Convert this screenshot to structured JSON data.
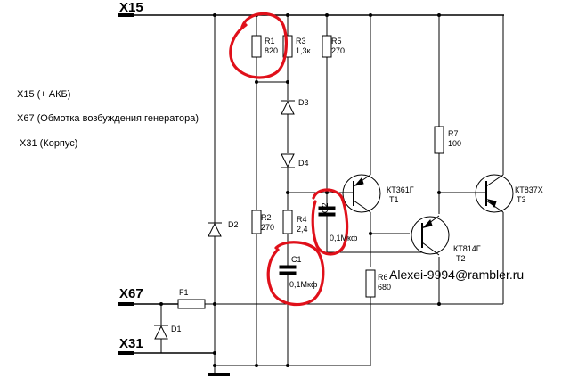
{
  "terminals": {
    "x15": "X15",
    "x67": "X67",
    "x31": "X31"
  },
  "legend": {
    "line1": "X15 (+ АКБ)",
    "line2": "X67 (Обмотка возбуждения генератора)",
    "line3": "X31 (Корпус)"
  },
  "components": {
    "r1": {
      "ref": "R1",
      "value": "820"
    },
    "r2": {
      "ref": "R2",
      "value": "270"
    },
    "r3": {
      "ref": "R3",
      "value": "1,3к"
    },
    "r4": {
      "ref": "R4",
      "value": "2,4"
    },
    "r5": {
      "ref": "R5",
      "value": "270"
    },
    "r6": {
      "ref": "R6",
      "value": "680"
    },
    "r7": {
      "ref": "R7",
      "value": "100"
    },
    "c1": {
      "ref": "C1",
      "value": "0,1Мкф"
    },
    "c2": {
      "ref": "C2",
      "value": "0,1Мкф"
    },
    "d1": {
      "ref": "D1"
    },
    "d2": {
      "ref": "D2"
    },
    "d3": {
      "ref": "D3"
    },
    "d4": {
      "ref": "D4"
    },
    "f1": {
      "ref": "F1"
    },
    "t1": {
      "part": "КТ361Г",
      "ref": "T1"
    },
    "t2": {
      "part": "КТ814Г",
      "ref": "T2"
    },
    "t3": {
      "part": "КТ837Х",
      "ref": "T3"
    }
  },
  "author": "Alexei-9994@rambler.ru",
  "accent_color": "#e0101a"
}
